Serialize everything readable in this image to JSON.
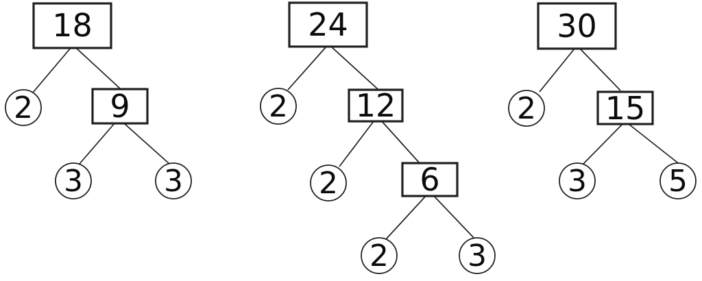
{
  "colors": {
    "stroke": "#231f20",
    "shape_fill": "#ffffff",
    "text": "#0b0b0b",
    "background": "#ffffff"
  },
  "trees": [
    {
      "name": "factor-tree-18",
      "root": "18",
      "left_leaf": "2",
      "right_box": "9",
      "grand_left_leaf": "3",
      "grand_right_leaf": "3"
    },
    {
      "name": "factor-tree-24",
      "root": "24",
      "left_leaf": "2",
      "right_box": "12",
      "grand_left_leaf": "2",
      "grand_right_box": "6",
      "great_grand_left_leaf": "2",
      "great_grand_right_leaf": "3"
    },
    {
      "name": "factor-tree-30",
      "root": "30",
      "left_leaf": "2",
      "right_box": "15",
      "grand_left_leaf": "3",
      "grand_right_leaf": "5"
    }
  ]
}
